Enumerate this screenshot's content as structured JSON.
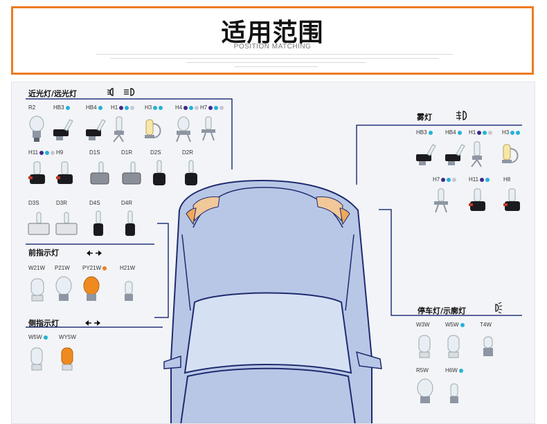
{
  "header": {
    "title": "适用范围",
    "subtitle": "POSITION MATCHING"
  },
  "sections": {
    "headlight": {
      "title": "近光灯/远光灯",
      "icon": "low-high-beam-icon"
    },
    "fog": {
      "title": "雾灯",
      "icon": "fog-light-icon"
    },
    "front_indicator": {
      "title": "前指示灯",
      "icon": "turn-signal-icon"
    },
    "side_indicator": {
      "title": "侧指示灯",
      "icon": "turn-signal-icon"
    },
    "parking": {
      "title": "停车灯/示廓灯",
      "icon": "parking-light-icon"
    }
  },
  "headlight_bulbs": [
    {
      "name": "R2",
      "dots": []
    },
    {
      "name": "HB3",
      "dots": [
        "blue"
      ]
    },
    {
      "name": "HB4",
      "dots": [
        "blue"
      ]
    },
    {
      "name": "H1",
      "dots": [
        "purple",
        "blue",
        "grey"
      ]
    },
    {
      "name": "H3",
      "dots": [
        "blue",
        "blue"
      ]
    },
    {
      "name": "H4",
      "dots": [
        "purple",
        "blue",
        "grey"
      ]
    },
    {
      "name": "H7",
      "dots": [
        "purple",
        "blue",
        "grey"
      ]
    },
    {
      "name": "H11",
      "dots": [
        "purple",
        "blue",
        "grey"
      ]
    },
    {
      "name": "H9",
      "dots": []
    },
    {
      "name": "D1S",
      "dots": []
    },
    {
      "name": "D1R",
      "dots": []
    },
    {
      "name": "D2S",
      "dots": []
    },
    {
      "name": "D2R",
      "dots": []
    },
    {
      "name": "D3S",
      "dots": []
    },
    {
      "name": "D3R",
      "dots": []
    },
    {
      "name": "D4S",
      "dots": []
    },
    {
      "name": "D4R",
      "dots": []
    }
  ],
  "fog_bulbs": [
    {
      "name": "HB3",
      "dots": [
        "blue"
      ]
    },
    {
      "name": "HB4",
      "dots": [
        "blue"
      ]
    },
    {
      "name": "H1",
      "dots": [
        "purple",
        "blue",
        "grey"
      ]
    },
    {
      "name": "H3",
      "dots": [
        "blue",
        "blue"
      ]
    },
    {
      "name": "H7",
      "dots": [
        "purple",
        "blue",
        "grey"
      ]
    },
    {
      "name": "H11",
      "dots": [
        "purple",
        "blue"
      ]
    },
    {
      "name": "H8",
      "dots": []
    }
  ],
  "front_indicator_bulbs": [
    {
      "name": "W21W",
      "dots": []
    },
    {
      "name": "P21W",
      "dots": []
    },
    {
      "name": "PY21W",
      "dots": [
        "orange"
      ]
    },
    {
      "name": "H21W",
      "dots": []
    }
  ],
  "side_indicator_bulbs": [
    {
      "name": "W5W",
      "dots": [
        "blue"
      ]
    },
    {
      "name": "WY5W",
      "dots": []
    }
  ],
  "parking_bulbs": [
    {
      "name": "W3W",
      "dots": []
    },
    {
      "name": "W5W",
      "dots": [
        "blue"
      ]
    },
    {
      "name": "T4W",
      "dots": []
    },
    {
      "name": "R5W",
      "dots": []
    },
    {
      "name": "H6W",
      "dots": [
        "blue"
      ]
    }
  ],
  "colors": {
    "accent_border": "#ee7b1f",
    "dot_blue": "#24b2d6",
    "dot_purple": "#3d2a8c",
    "dot_grey": "#c8c8d0",
    "dot_orange": "#ef7d20",
    "car_body": "#b8c7e6",
    "car_outline": "#1e2b6e"
  }
}
